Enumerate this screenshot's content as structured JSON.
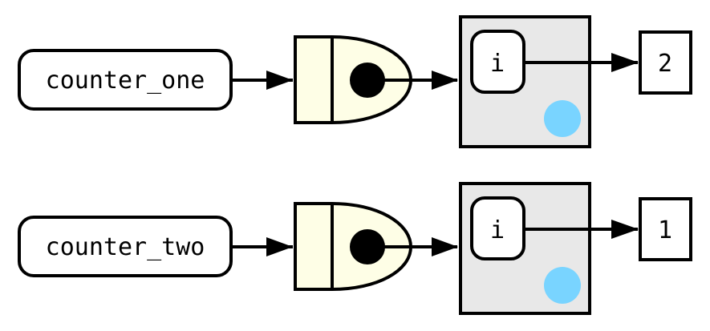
{
  "colors": {
    "stroke": "#000000",
    "name_fill": "#ffffff",
    "function_fill": "#fefee6",
    "env_fill": "#e8e8e8",
    "env_dot": "#79d4ff",
    "value_fill": "#ffffff"
  },
  "rows": [
    {
      "name": "counter_one",
      "binding": "i",
      "value": "2"
    },
    {
      "name": "counter_two",
      "binding": "i",
      "value": "1"
    }
  ]
}
